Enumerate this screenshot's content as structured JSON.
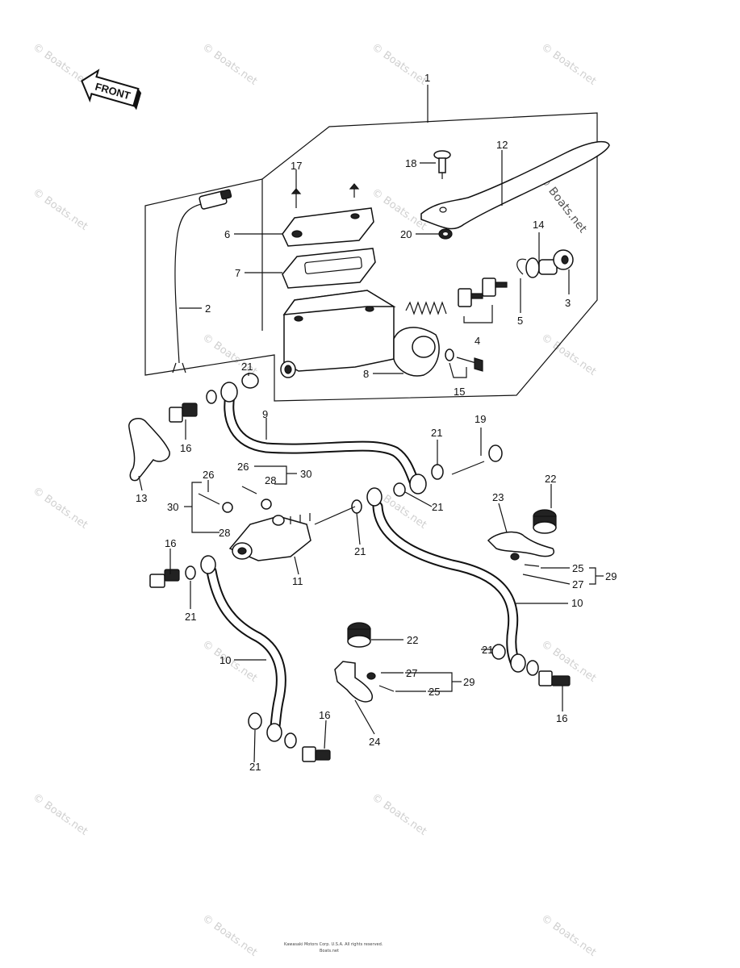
{
  "diagram": {
    "front_label": "FRONT",
    "watermark": "© Boats.net",
    "copyright_line_1": "Kawasaki Motors Corp. U.S.A. All rights reserved.",
    "copyright_line_2": "Boats.net",
    "callouts": [
      "1",
      "2",
      "3",
      "4",
      "5",
      "6",
      "7",
      "8",
      "9",
      "10",
      "10",
      "11",
      "12",
      "13",
      "14",
      "15",
      "16",
      "16",
      "16",
      "16",
      "17",
      "18",
      "19",
      "20",
      "21",
      "21",
      "21",
      "21",
      "21",
      "21",
      "21",
      "22",
      "22",
      "23",
      "24",
      "25",
      "25",
      "26",
      "27",
      "27",
      "28",
      "28",
      "29",
      "29",
      "30",
      "30"
    ]
  }
}
